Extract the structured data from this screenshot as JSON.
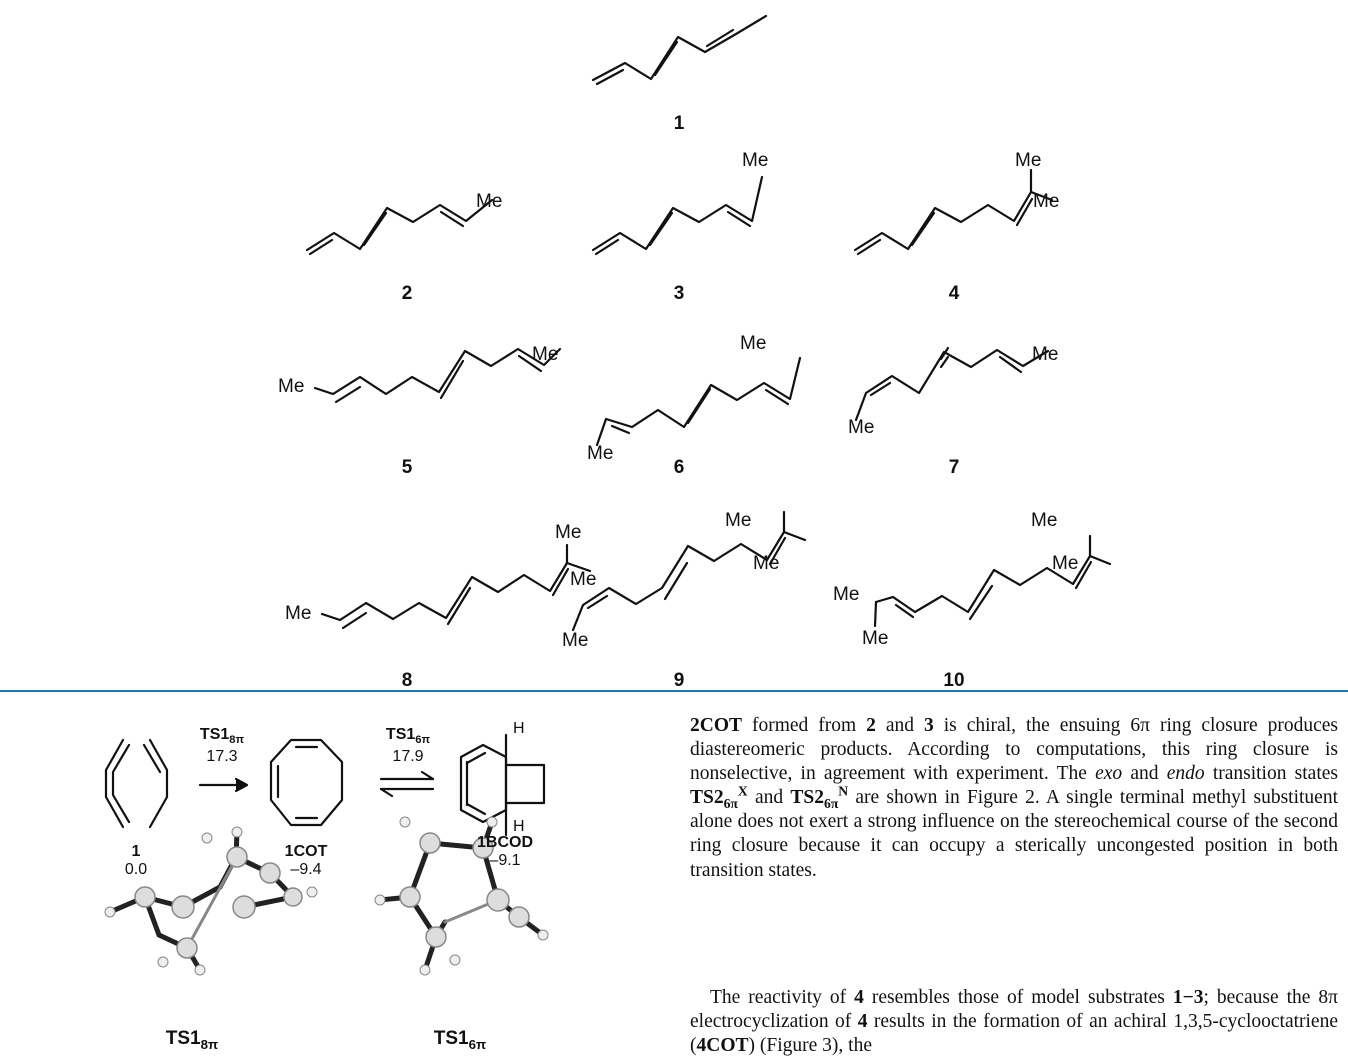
{
  "scheme": {
    "compound_labels": [
      "1",
      "2",
      "3",
      "4",
      "5",
      "6",
      "7",
      "8",
      "9",
      "10"
    ],
    "substituent_label": "Me"
  },
  "figure": {
    "ts1_8pi": {
      "label": "TS1",
      "sub": "8π",
      "energy": "17.3"
    },
    "ts1_6pi": {
      "label": "TS1",
      "sub": "6π",
      "energy": "17.9"
    },
    "cpd1": {
      "label": "1",
      "energy": "0.0"
    },
    "cot": {
      "label": "1COT",
      "energy": "–9.4"
    },
    "bcod": {
      "label": "1BCOD",
      "energy": "–9.1"
    },
    "h_label": "H",
    "geom_ts8": {
      "label": "TS1",
      "sub": "8π"
    },
    "geom_ts6": {
      "label": "TS1",
      "sub": "6π"
    }
  },
  "text": {
    "p1": {
      "t1": "2COT",
      "t2": " formed from ",
      "t3": "2",
      "t4": " and ",
      "t5": "3",
      "t6": " is chiral, the ensuing 6π ring closure produces diastereomeric products. According to computations, this ring closure is nonselective, in agreement with experiment. The ",
      "t7": "exo",
      "t8": " and ",
      "t9": "endo",
      "t10": " transition states ",
      "t11": "TS2",
      "t11sub": "6π",
      "t11sup": "X",
      "t12": " and ",
      "t13": "TS2",
      "t13sub": "6π",
      "t13sup": "N",
      "t14": " are shown in Figure 2. A single terminal methyl substituent alone does not exert a strong influence on the stereochemical course of the second ring closure because it can occupy a sterically uncongested position in both transition states."
    },
    "p2": {
      "t1": "The reactivity of ",
      "t2": "4",
      "t3": " resembles those of model substrates ",
      "t4": "1−3",
      "t5": "; because the 8π electrocyclization of ",
      "t6": "4",
      "t7": " results in the formation of an achiral 1,3,5-cyclooctatriene (",
      "t8": "4COT",
      "t9": ") (Figure 3), the"
    }
  }
}
